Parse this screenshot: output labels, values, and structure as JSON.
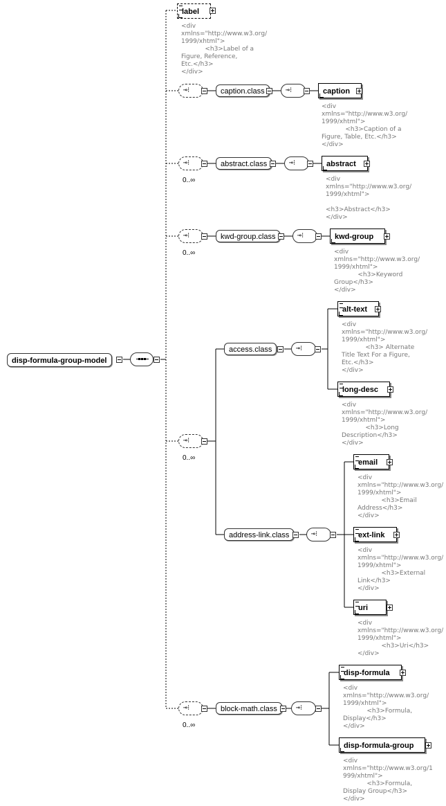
{
  "root": {
    "label": "disp-formula-group-model"
  },
  "elements": {
    "label": {
      "name": "label",
      "doc": "<div\nxmlns=\"http://www.w3.org/\n1999/xhtml\">\n            <h3>Label of a\nFigure, Reference,\nEtc.</h3>\n</div>"
    },
    "caption": {
      "name": "caption",
      "doc": "<div\nxmlns=\"http://www.w3.org/\n1999/xhtml\">\n            <h3>Caption of a\nFigure, Table, Etc.</h3>\n</div>"
    },
    "abstract": {
      "name": "abstract",
      "doc": "<div\nxmlns=\"http://www.w3.org/\n1999/xhtml\">\n\n<h3>Abstract</h3>\n</div>"
    },
    "kwd_group": {
      "name": "kwd-group",
      "doc": "<div\nxmlns=\"http://www.w3.org/\n1999/xhtml\">\n            <h3>Keyword\nGroup</h3>\n</div>"
    },
    "alt_text": {
      "name": "alt-text",
      "doc": "<div\nxmlns=\"http://www.w3.org/\n1999/xhtml\">\n            <h3> Alternate\nTitle Text For a Figure,\nEtc.</h3>\n</div>"
    },
    "long_desc": {
      "name": "long-desc",
      "doc": "<div\nxmlns=\"http://www.w3.org/\n1999/xhtml\">\n            <h3>Long\nDescription</h3>\n</div>"
    },
    "email": {
      "name": "email",
      "doc": "<div\nxmlns=\"http://www.w3.org/\n1999/xhtml\">\n            <h3>Email\nAddress</h3>\n</div>"
    },
    "ext_link": {
      "name": "ext-link",
      "doc": "<div\nxmlns=\"http://www.w3.org/\n1999/xhtml\">\n            <h3>External\nLink</h3>\n</div>"
    },
    "uri": {
      "name": "uri",
      "doc": "<div\nxmlns=\"http://www.w3.org/\n1999/xhtml\">\n            <h3>Uri</h3>\n</div>"
    },
    "disp_formula": {
      "name": "disp-formula",
      "doc": "<div\nxmlns=\"http://www.w3.org/\n1999/xhtml\">\n            <h3>Formula,\nDisplay</h3>\n</div>"
    },
    "disp_formula_group": {
      "name": "disp-formula-group",
      "doc": "<div\nxmlns=\"http://www.w3.org/1\n999/xhtml\">\n            <h3>Formula,\nDisplay Group</h3>\n</div>"
    }
  },
  "groups": {
    "caption_class": "caption.class",
    "abstract_class": "abstract.class",
    "kwd_group_class": "kwd-group.class",
    "access_class": "access.class",
    "address_link_class": "address-link.class",
    "block_math_class": "block-math.class"
  },
  "occurrences": {
    "abstract": "0..∞",
    "kwd_group": "0..∞",
    "access_address": "0..∞",
    "block_math": "0..∞"
  }
}
